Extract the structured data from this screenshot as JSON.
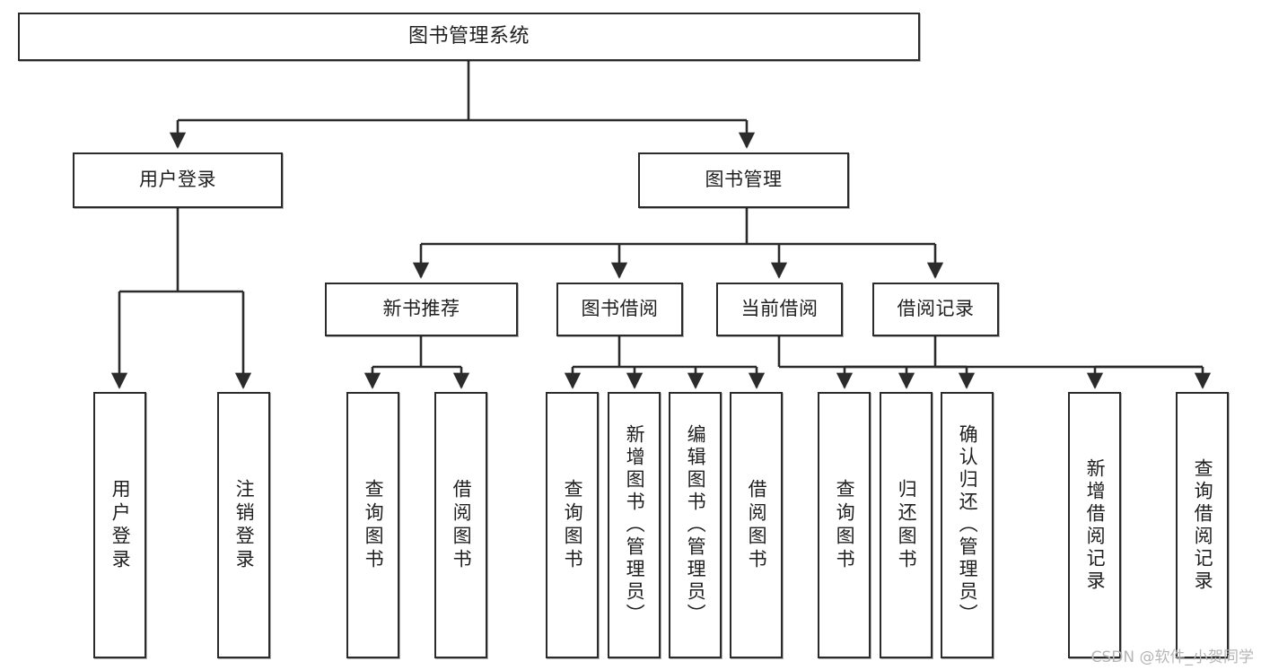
{
  "diagram": {
    "title": "图书管理系统",
    "type": "tree",
    "watermark": "CSDN @软件_小贺同学",
    "colors": {
      "box_border": "#2b2b2b",
      "box_fill": "#ffffff",
      "line": "#2b2b2b",
      "text": "#1f1f1f",
      "watermark": "#b6b6b6",
      "background": "#ffffff"
    },
    "nodes": {
      "root": {
        "label": "图书管理系统"
      },
      "level2": [
        {
          "label": "用户登录"
        },
        {
          "label": "图书管理"
        }
      ],
      "level3": [
        {
          "label": "新书推荐"
        },
        {
          "label": "图书借阅"
        },
        {
          "label": "当前借阅"
        },
        {
          "label": "借阅记录"
        }
      ],
      "leaves": {
        "user_login": [
          {
            "label": "用户登录"
          },
          {
            "label": "注销登录"
          }
        ],
        "new_book_recommend": [
          {
            "label": "查询图书"
          },
          {
            "label": "借阅图书"
          }
        ],
        "book_borrow": [
          {
            "label": "查询图书"
          },
          {
            "label": "新增图书（管理员）"
          },
          {
            "label": "编辑图书（管理员）"
          },
          {
            "label": "借阅图书"
          }
        ],
        "current_borrow": [
          {
            "label": "查询图书"
          },
          {
            "label": "归还图书"
          },
          {
            "label": "确认归还（管理员）"
          }
        ],
        "borrow_record": [
          {
            "label": "新增借阅记录"
          },
          {
            "label": "查询借阅记录"
          }
        ]
      }
    }
  }
}
